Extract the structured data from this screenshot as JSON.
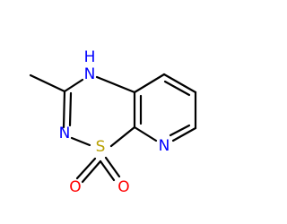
{
  "molecule": {
    "atoms": {
      "nh": {
        "text": "N",
        "h": "H",
        "color": "#0000ff"
      },
      "n_ring": {
        "text": "N",
        "color": "#0000ff"
      },
      "n_py": {
        "text": "N",
        "color": "#0000ff"
      },
      "s": {
        "text": "S",
        "color": "#b8a000"
      },
      "o_left": {
        "text": "O",
        "color": "#ff0000"
      },
      "o_right": {
        "text": "O",
        "color": "#ff0000"
      }
    },
    "bond_color": "#000000"
  }
}
